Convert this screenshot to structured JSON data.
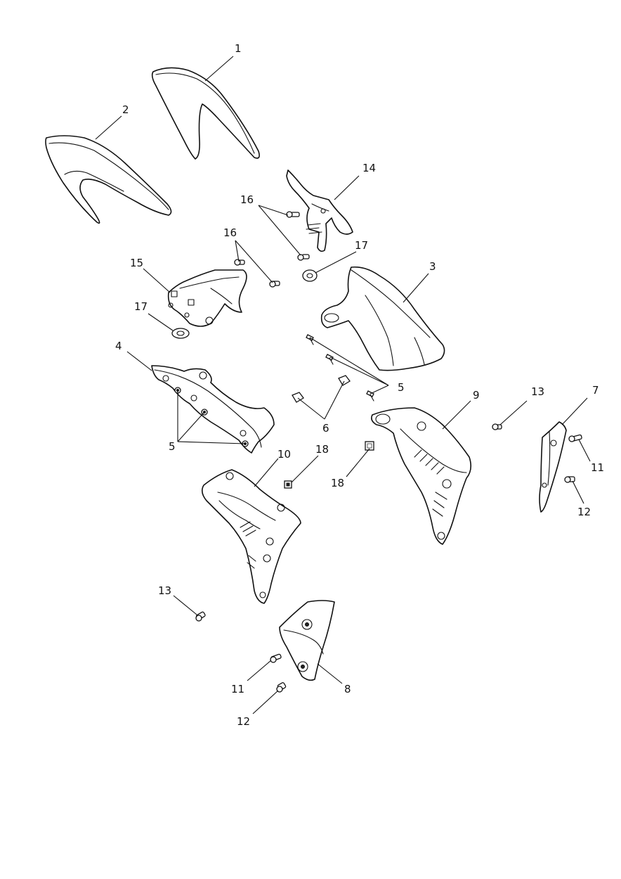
{
  "callouts": {
    "c1": "1",
    "c2": "2",
    "c3": "3",
    "c4": "4",
    "c5a": "5",
    "c5b": "5",
    "c6": "6",
    "c7": "7",
    "c8": "8",
    "c9": "9",
    "c10": "10",
    "c11a": "11",
    "c11b": "11",
    "c12a": "12",
    "c12b": "12",
    "c13a": "13",
    "c13b": "13",
    "c14": "14",
    "c15": "15",
    "c16a": "16",
    "c16b": "16",
    "c17a": "17",
    "c17b": "17",
    "c18a": "18",
    "c18b": "18"
  }
}
